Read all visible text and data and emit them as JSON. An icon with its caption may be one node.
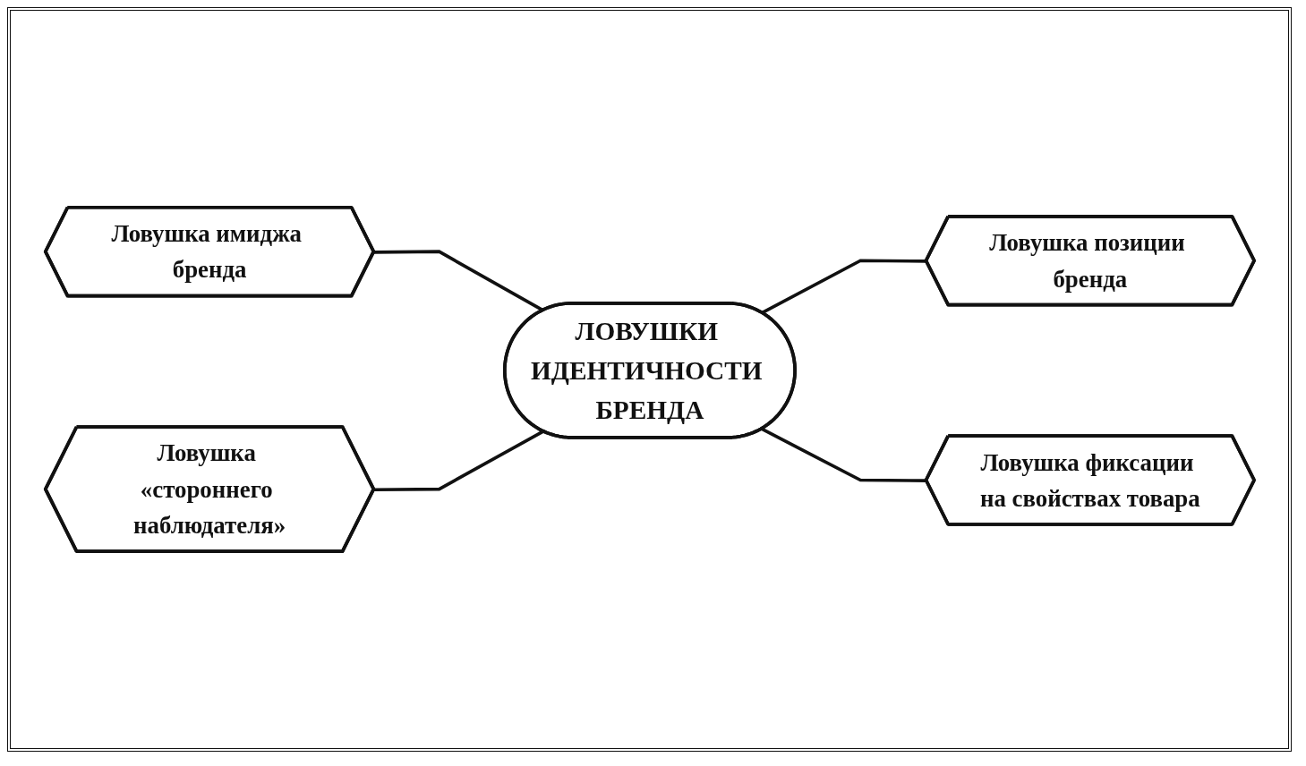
{
  "diagram": {
    "nodes": [
      {
        "text": [
          "Ловушка имиджа бренда"
        ]
      },
      {
        "text": [
          "Ловушка позиции бренда"
        ]
      },
      {
        "text": [
          "ЛОВУШКИ ИДЕНТИЧНОСТИ БРЕНДА"
        ]
      },
      {
        "text": [
          "Ловушка «стороннего наблюдателя»"
        ]
      },
      {
        "text": [
          "Ловушка фиксации на свойствах товара"
        ]
      }
    ],
    "edges": [
      {
        "from": 0,
        "to": 2,
        "arrow": "none"
      },
      {
        "from": 2,
        "to": 1,
        "arrow": "none"
      },
      {
        "from": 3,
        "to": 2,
        "arrow": "none"
      },
      {
        "from": 2,
        "to": 4,
        "arrow": "none"
      }
    ]
  }
}
